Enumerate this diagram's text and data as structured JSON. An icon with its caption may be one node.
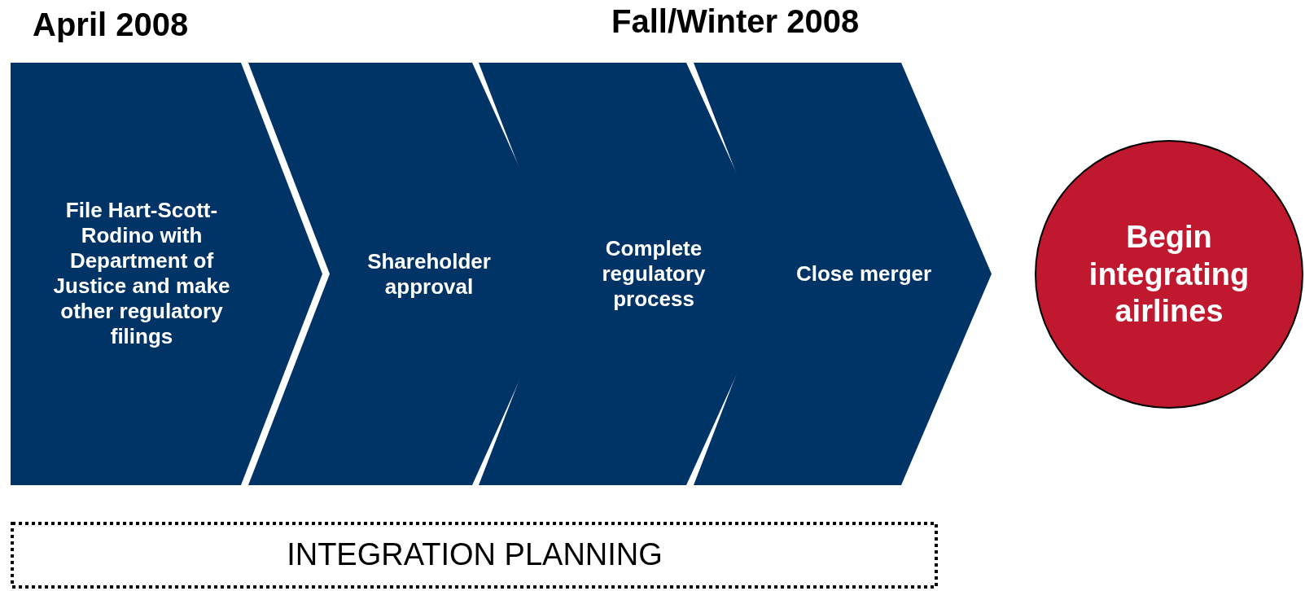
{
  "diagram": {
    "nodes": [
      {
        "text": [
          "File Hart-Scott-Rodino with Department of Justice and make other regulatory filings"
        ]
      },
      {
        "text": [
          "Shareholder approval"
        ]
      },
      {
        "text": [
          "Complete regulatory process"
        ]
      },
      {
        "text": [
          "Close merger"
        ]
      },
      {
        "text": [
          "Begin integrating airlines"
        ]
      },
      {
        "text": [
          "INTEGRATION PLANNING"
        ]
      }
    ],
    "labels": [
      "April 2008",
      "Fall/Winter 2008"
    ]
  }
}
